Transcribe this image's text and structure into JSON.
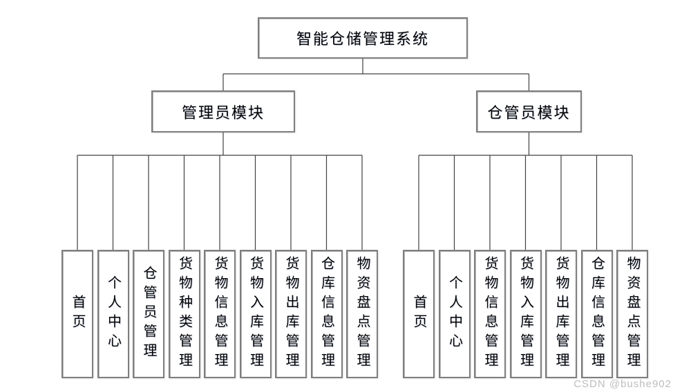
{
  "diagram": {
    "root": {
      "label": "智能仓储管理系统"
    },
    "modules": [
      {
        "label": "管理员模块",
        "children": [
          "首页",
          "个人中心",
          "仓管员管理",
          "货物种类管理",
          "货物信息管理",
          "货物入库管理",
          "货物出库管理",
          "仓库信息管理",
          "物资盘点管理"
        ]
      },
      {
        "label": "仓管员模块",
        "children": [
          "首页",
          "个人中心",
          "货物信息管理",
          "货物入库管理",
          "货物出库管理",
          "仓库信息管理",
          "物资盘点管理"
        ]
      }
    ]
  },
  "watermark": {
    "text": "CSDN @bushe902"
  },
  "colors": {
    "line": "#404040",
    "box_border": "#7e7e7e",
    "background": "#ffffff",
    "text": "#000000",
    "watermark": "#bdbdbd"
  }
}
